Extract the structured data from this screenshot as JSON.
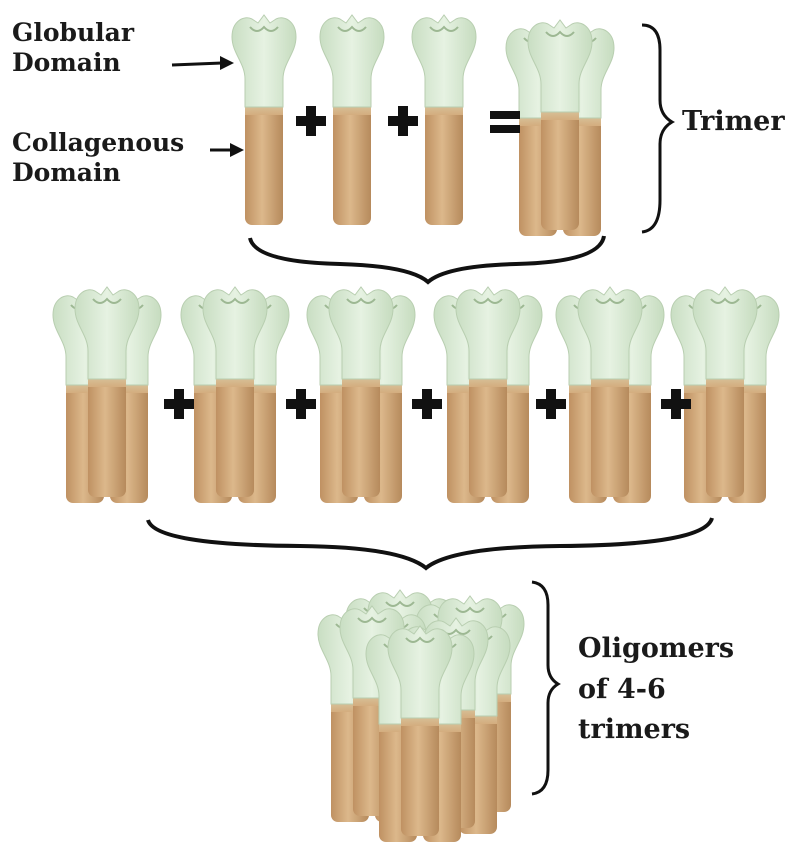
{
  "labels": {
    "globular_domain": [
      "Globular",
      "Domain"
    ],
    "collagenous_domain": [
      "Collagenous",
      "Domain"
    ],
    "trimer": "Trimer",
    "oligomers": [
      "Oligomers",
      "of 4-6",
      "trimers"
    ]
  },
  "counts": {
    "monomers_per_trimer": 3,
    "trimers_shown": 6
  },
  "colors": {
    "globular_head": "#dcedd6",
    "collagenous_stalk": "#d4ad7e",
    "symbols": "#111111"
  }
}
